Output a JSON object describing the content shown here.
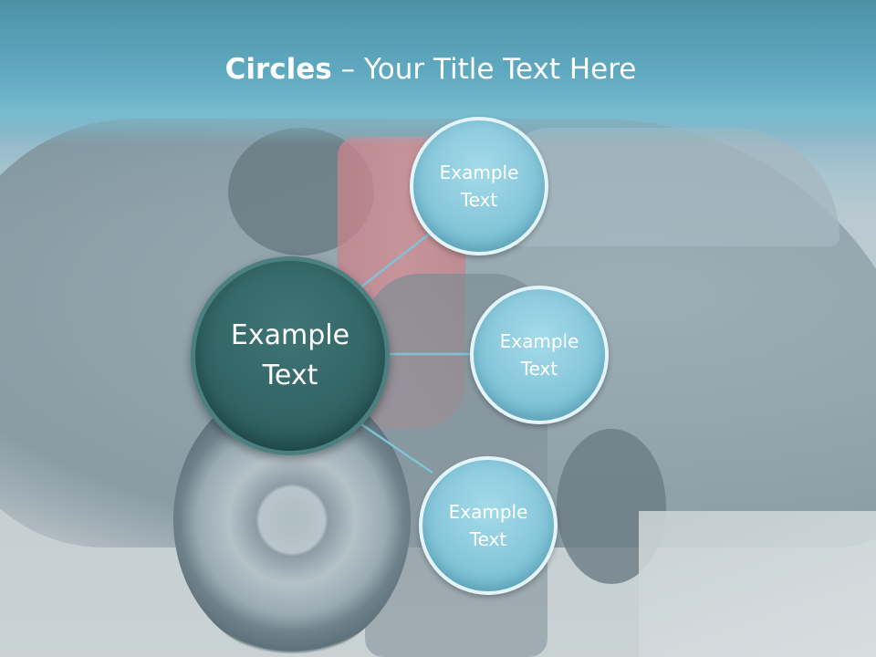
{
  "slide": {
    "title_bold": "Circles",
    "title_rest": " – Your Title Text Here"
  },
  "center_circle": {
    "line1": "Example",
    "line2": "Text"
  },
  "satellites": [
    {
      "line1": "Example",
      "line2": "Text"
    },
    {
      "line1": "Example",
      "line2": "Text"
    },
    {
      "line1": "Example",
      "line2": "Text"
    }
  ],
  "colors": {
    "header": "#5fa9c0",
    "center_fill": "#336566",
    "satellite_fill": "#86c7da",
    "connector": "#7fc3d6"
  }
}
